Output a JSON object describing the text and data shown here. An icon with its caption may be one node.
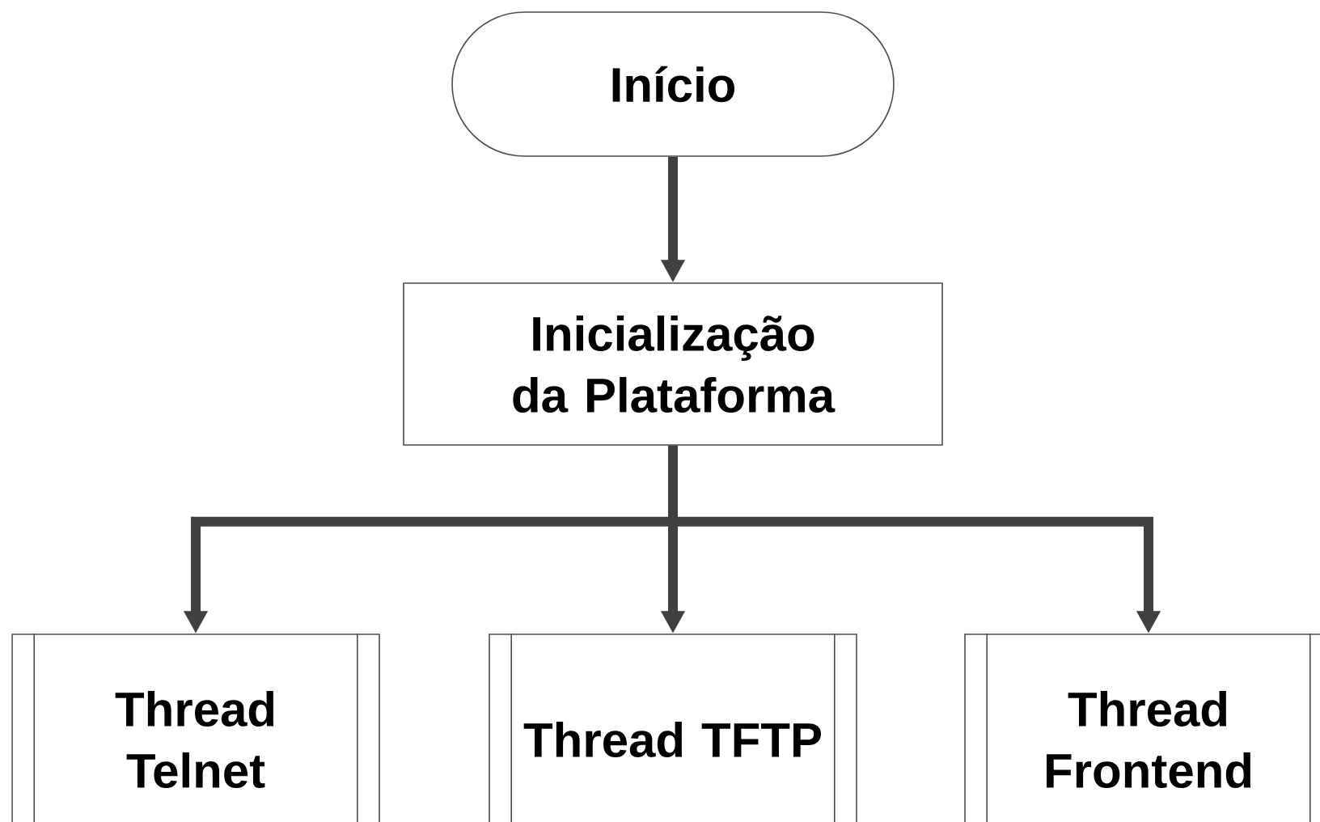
{
  "diagram": {
    "nodes": [
      {
        "text": [
          "Início"
        ]
      },
      {
        "text": [
          "Inicialização da Plataforma"
        ]
      },
      {
        "text": [
          "Thread Telnet"
        ]
      },
      {
        "text": [
          "Thread TFTP"
        ]
      },
      {
        "text": [
          "Thread Frontend"
        ]
      }
    ],
    "edges": [
      {
        "from": 0,
        "to": 1,
        "arrow": "to"
      },
      {
        "from": 1,
        "to": 2,
        "arrow": "to"
      },
      {
        "from": 1,
        "to": 3,
        "arrow": "to"
      },
      {
        "from": 1,
        "to": 4,
        "arrow": "to"
      }
    ]
  }
}
